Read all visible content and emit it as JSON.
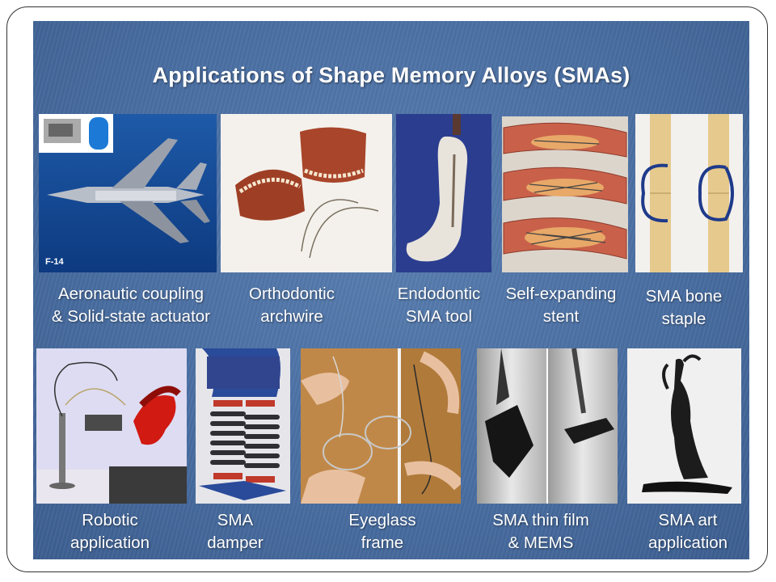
{
  "title": "Applications of Shape Memory Alloys (SMAs)",
  "aero": {
    "badge": "F-14",
    "caption_l1": "Aeronautic coupling",
    "caption_l2": "& Solid-state actuator"
  },
  "ortho": {
    "caption_l1": "Orthodontic",
    "caption_l2": "archwire"
  },
  "endo": {
    "caption_l1": "Endodontic",
    "caption_l2": "SMA tool"
  },
  "stent": {
    "caption_l1": "Self-expanding",
    "caption_l2": "stent"
  },
  "staple": {
    "caption_l1": "SMA bone",
    "caption_l2": "staple"
  },
  "robot": {
    "caption_l1": "Robotic",
    "caption_l2": "application"
  },
  "damper": {
    "caption_l1": "SMA",
    "caption_l2": "damper"
  },
  "eyeglass": {
    "caption_l1": "Eyeglass",
    "caption_l2": "frame"
  },
  "film": {
    "caption_l1": "SMA thin film",
    "caption_l2": "& MEMS"
  },
  "art": {
    "caption_l1": "SMA art",
    "caption_l2": "application"
  }
}
